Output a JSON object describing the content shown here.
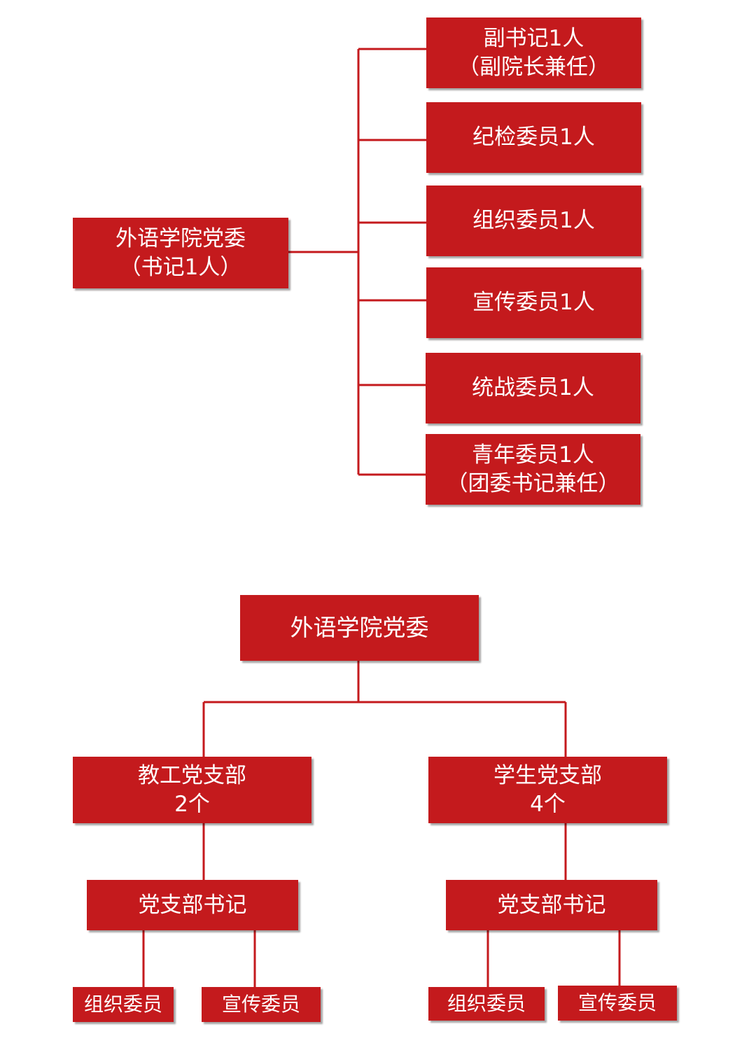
{
  "colors": {
    "box_fill": "#c41a1d",
    "box_text": "#ffffff",
    "connector": "#c41a1d"
  },
  "committee_chart": {
    "root": {
      "line1": "外语学院党委",
      "line2": "（书记1人）"
    },
    "members": [
      {
        "line1": "副书记1人",
        "line2": "（副院长兼任）"
      },
      {
        "line1": "纪检委员1人"
      },
      {
        "line1": "组织委员1人"
      },
      {
        "line1": "宣传委员1人"
      },
      {
        "line1": "统战委员1人"
      },
      {
        "line1": "青年委员1人",
        "line2": "（团委书记兼任）"
      }
    ]
  },
  "branch_chart": {
    "root": {
      "line1": "外语学院党委"
    },
    "branches": [
      {
        "name": "教工党支部",
        "count": "2个",
        "secretary": "党支部书记",
        "members": [
          "组织委员",
          "宣传委员"
        ]
      },
      {
        "name": "学生党支部",
        "count": "4个",
        "secretary": "党支部书记",
        "members": [
          "组织委员",
          "宣传委员"
        ]
      }
    ]
  }
}
